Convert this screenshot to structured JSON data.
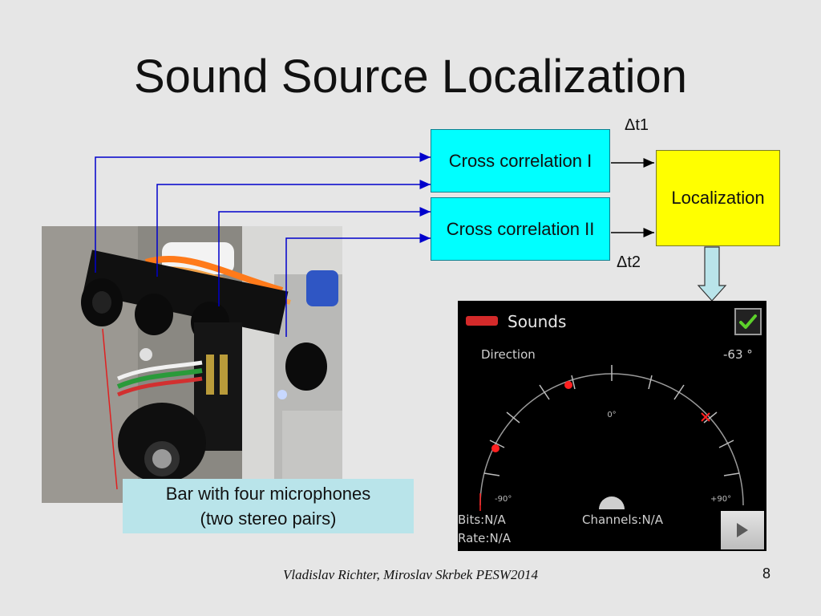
{
  "slide": {
    "title": "Sound Source Localization",
    "footer": "Vladislav Richter, Miroslav Skrbek PESW2014",
    "page_number": "8"
  },
  "diagram": {
    "cross_correlation_1": "Cross correlation I",
    "cross_correlation_2": "Cross correlation II",
    "localization": "Localization",
    "delta_t1": "Δt1",
    "delta_t2": "Δt2",
    "caption_line1": "Bar with four microphones",
    "caption_line2": "(two stereo pairs)",
    "colors": {
      "cross_correlation": "#00ffff",
      "localization": "#ffff00",
      "caption": "#b9e4ea",
      "signal_lines": "#0000cc"
    }
  },
  "app": {
    "title": "Sounds",
    "direction_label": "Direction",
    "direction_value": "-63 °",
    "dial_zero": "0°",
    "dial_min": "-90°",
    "dial_max": "+90°",
    "bits": "Bits:N/A",
    "rate": "Rate:N/A",
    "channels": "Channels:N/A",
    "checkbox_checked": true,
    "icons": {
      "checkbox": "check-icon",
      "play": "play-icon"
    }
  }
}
